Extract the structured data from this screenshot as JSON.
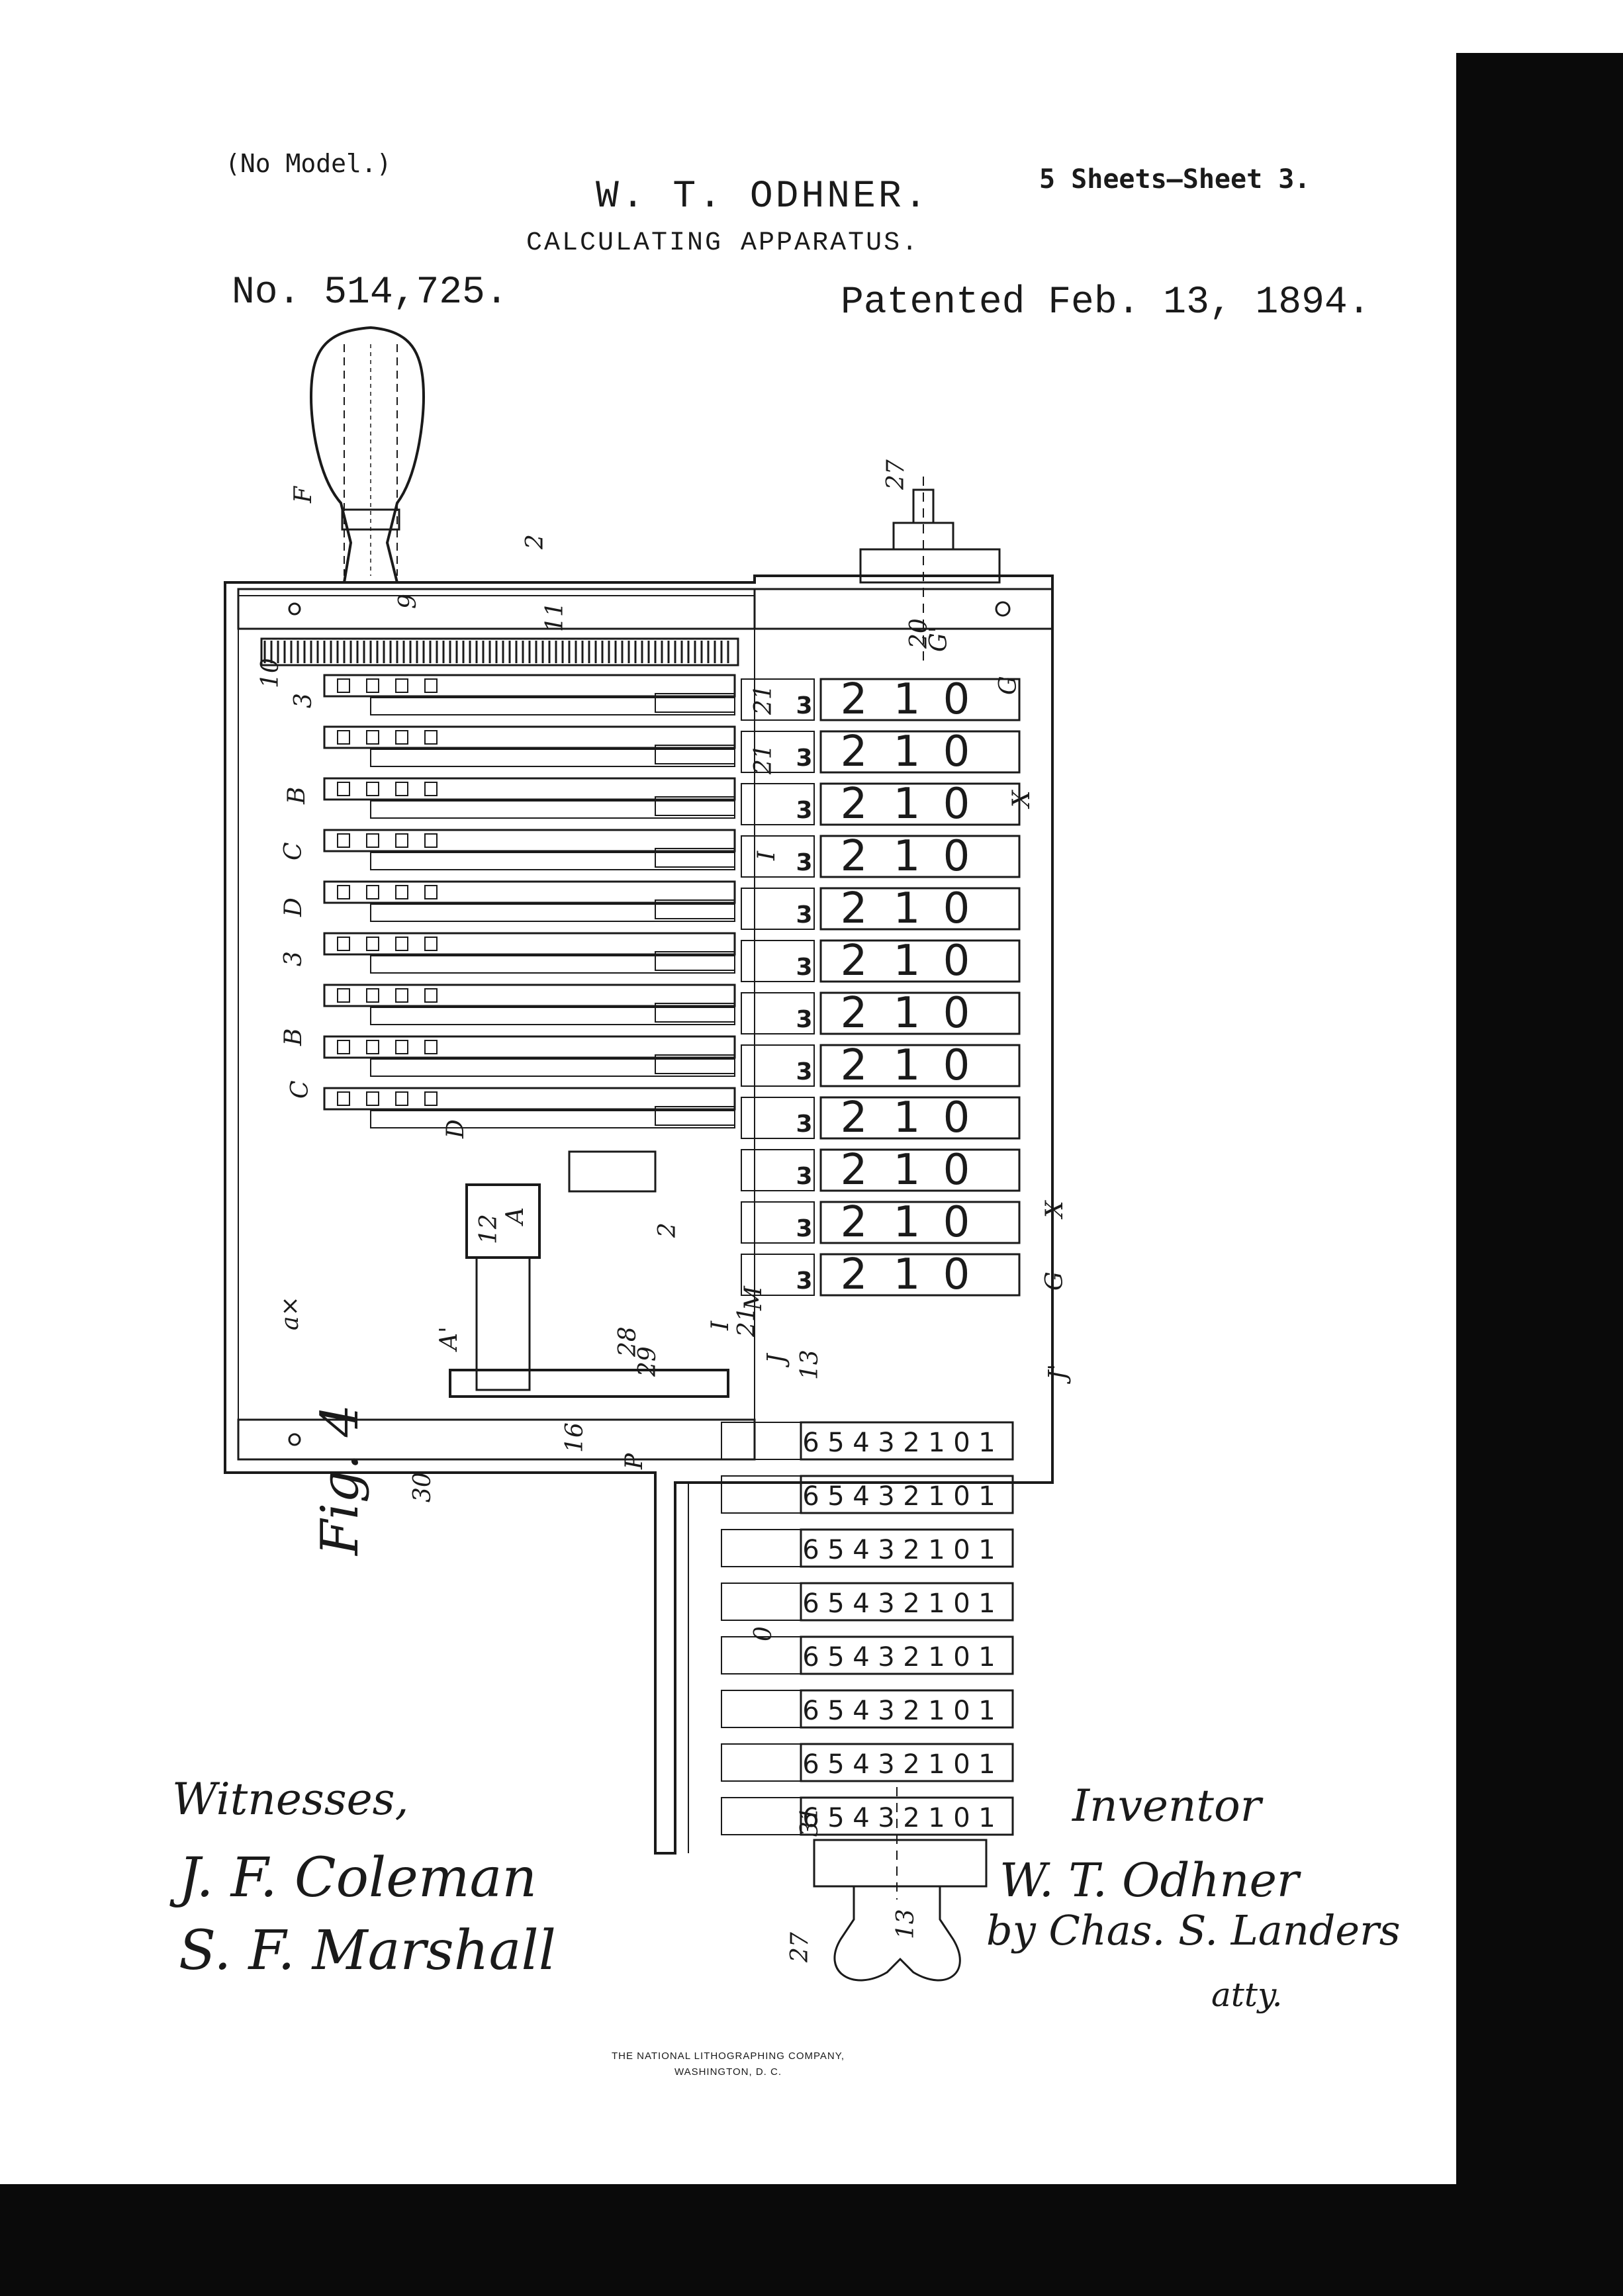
{
  "header": {
    "no_model": "(No Model.)",
    "sheets": "5 Sheets—Sheet 3.",
    "inventor": "W. T. ODHNER.",
    "title": "CALCULATING APPARATUS.",
    "patent_number": "No. 514,725.",
    "patented": "Patented Feb. 13, 1894."
  },
  "figure": {
    "label": "Fig. 4",
    "result_wheels": [
      "3",
      "2",
      "1",
      "0"
    ],
    "counter_wheels": [
      "6",
      "5",
      "4",
      "3",
      "2",
      "1",
      "0",
      "1"
    ],
    "ref_labels": [
      "F",
      "2",
      "9",
      "11",
      "10",
      "3",
      "B",
      "C",
      "D",
      "3",
      "B",
      "C",
      "D",
      "12",
      "A",
      "a×",
      "A'",
      "28",
      "29",
      "16",
      "P",
      "30",
      "2",
      "M",
      "I",
      "21",
      "J",
      "J'",
      "13",
      "13",
      "27",
      "20",
      "G'",
      "G",
      "X",
      "X",
      "G",
      "I",
      "0",
      "31",
      "27",
      "21",
      "21"
    ]
  },
  "signatures": {
    "witnesses_label": "Witnesses,",
    "witness_1": "J. F. Coleman",
    "witness_2": "S. F. Marshall",
    "inventor_label": "Inventor",
    "inventor": "W. T. Odhner",
    "attorney": "by Chas. S. Landers",
    "attys": "atty."
  },
  "printer": {
    "line1": "THE NATIONAL LITHOGRAPHING COMPANY,",
    "line2": "WASHINGTON, D. C."
  }
}
